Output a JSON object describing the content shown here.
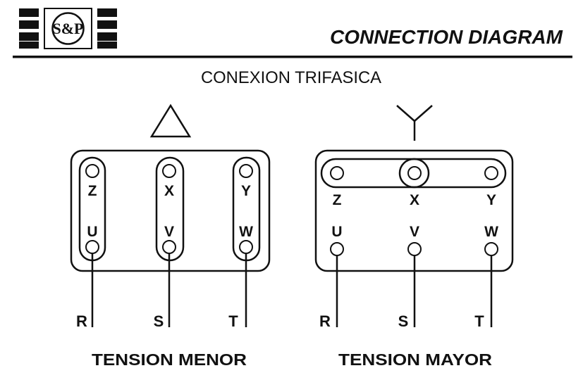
{
  "header": {
    "logo_text": "S&P",
    "title": "CONNECTION DIAGRAM"
  },
  "subtitle": "CONEXION TRIFASICA",
  "diagrams": [
    {
      "symbol": "delta",
      "caption": "TENSION MENOR",
      "top_terminals": [
        "Z",
        "X",
        "Y"
      ],
      "bottom_terminals": [
        "U",
        "V",
        "W"
      ],
      "lines": [
        "R",
        "S",
        "T"
      ]
    },
    {
      "symbol": "star",
      "caption": "TENSION MAYOR",
      "top_terminals": [
        "Z",
        "X",
        "Y"
      ],
      "bottom_terminals": [
        "U",
        "V",
        "W"
      ],
      "lines": [
        "R",
        "S",
        "T"
      ]
    }
  ]
}
